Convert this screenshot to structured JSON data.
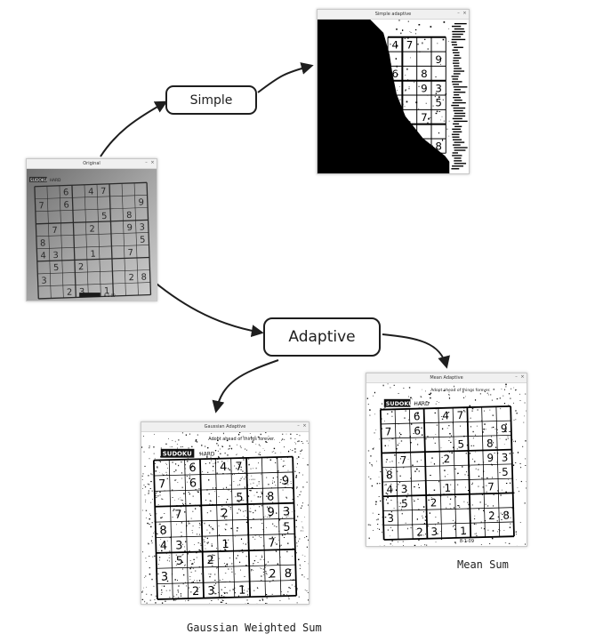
{
  "nodes": {
    "simple": "Simple",
    "adaptive": "Adaptive"
  },
  "windows": {
    "original": {
      "title": "Original",
      "header_word": "SUDOKU",
      "header_level": "HARD",
      "footer": "8-1-09"
    },
    "simple": {
      "title": "Simple adaptive"
    },
    "mean": {
      "title": "Mean Adaptive",
      "header_word": "SUDOKU",
      "header_level": "HARD",
      "header_note": "Adopt ahead of things forever.",
      "footer": "8-1-09"
    },
    "gaussian": {
      "title": "Gaussian Adaptive",
      "header_word": "SUDOKU",
      "header_level": "HARD",
      "header_note": "Adopt ahead of things forever."
    }
  },
  "captions": {
    "mean": "Mean Sum",
    "gaussian": "Gaussian Weighted Sum"
  },
  "window_controls": {
    "minimize": "–",
    "close": "×"
  },
  "sudoku_grid": [
    [
      "",
      "",
      "6",
      "",
      "4",
      "7",
      "",
      "",
      ""
    ],
    [
      "7",
      "",
      "6",
      "",
      "",
      "",
      "",
      "",
      "9"
    ],
    [
      "",
      "",
      "",
      "",
      "",
      "5",
      "",
      "8",
      ""
    ],
    [
      "",
      "7",
      "",
      "",
      "2",
      "",
      "",
      "9",
      "3"
    ],
    [
      "8",
      "",
      "",
      "",
      "",
      "",
      "",
      "",
      "5"
    ],
    [
      "4",
      "3",
      "",
      "",
      "1",
      "",
      "",
      "7",
      ""
    ],
    [
      "",
      "5",
      "",
      "2",
      "",
      "",
      "",
      "",
      ""
    ],
    [
      "3",
      "",
      "",
      "",
      "",
      "",
      "",
      "2",
      "8"
    ],
    [
      "",
      "",
      "2",
      "3",
      "",
      "1",
      "",
      "",
      ""
    ]
  ],
  "simple_visible_digits": [
    [
      "4",
      "7",
      "",
      ""
    ],
    [
      "",
      "",
      "",
      "9"
    ],
    [
      "6",
      "",
      "8",
      ""
    ],
    [
      "",
      "",
      "9",
      "3"
    ],
    [
      "",
      "",
      "",
      "5"
    ],
    [
      "",
      "",
      "7",
      ""
    ],
    [
      "",
      "",
      "",
      ""
    ],
    [
      "",
      "",
      "",
      "8"
    ]
  ]
}
